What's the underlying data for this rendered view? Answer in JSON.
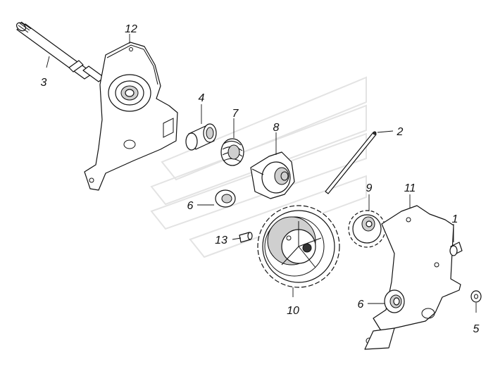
{
  "diagram": {
    "callouts": [
      {
        "id": "c1",
        "text": "1"
      },
      {
        "id": "c2",
        "text": "2"
      },
      {
        "id": "c3",
        "text": "3"
      },
      {
        "id": "c4",
        "text": "4"
      },
      {
        "id": "c5",
        "text": "5"
      },
      {
        "id": "c6a",
        "text": "6"
      },
      {
        "id": "c6b",
        "text": "6"
      },
      {
        "id": "c7",
        "text": "7"
      },
      {
        "id": "c8",
        "text": "8"
      },
      {
        "id": "c9",
        "text": "9"
      },
      {
        "id": "c10",
        "text": "10"
      },
      {
        "id": "c11",
        "text": "11"
      },
      {
        "id": "c12",
        "text": "12"
      },
      {
        "id": "c13",
        "text": "13"
      }
    ]
  }
}
